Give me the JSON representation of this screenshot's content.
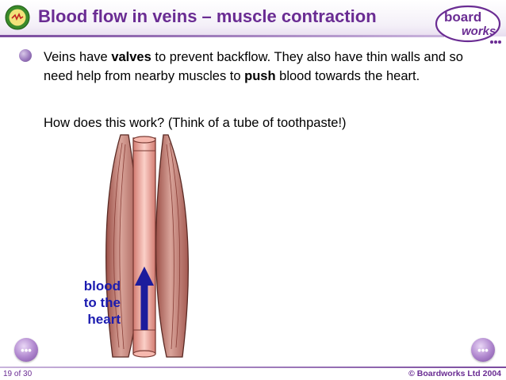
{
  "header": {
    "title": "Blood flow in veins – muscle contraction",
    "logo_line1": "board",
    "logo_line2": "works"
  },
  "body": {
    "bullet_parts": [
      "Veins have ",
      "valves",
      " to prevent backflow. They also have thin walls and so need help from nearby muscles to ",
      "push",
      " blood towards the heart."
    ],
    "question": "How does this work?  (Think of a tube of toothpaste!)"
  },
  "figure": {
    "label_line1": "blood",
    "label_line2": "to the",
    "label_line3": "heart"
  },
  "footer": {
    "page": "19 of 30",
    "copyright": "© Boardworks Ltd 2004"
  },
  "colors": {
    "title": "#6a2c93",
    "accent": "#7a4a9e",
    "label": "#1c1cb0",
    "muscle": "#c98880",
    "vein": "#f1a49a"
  }
}
